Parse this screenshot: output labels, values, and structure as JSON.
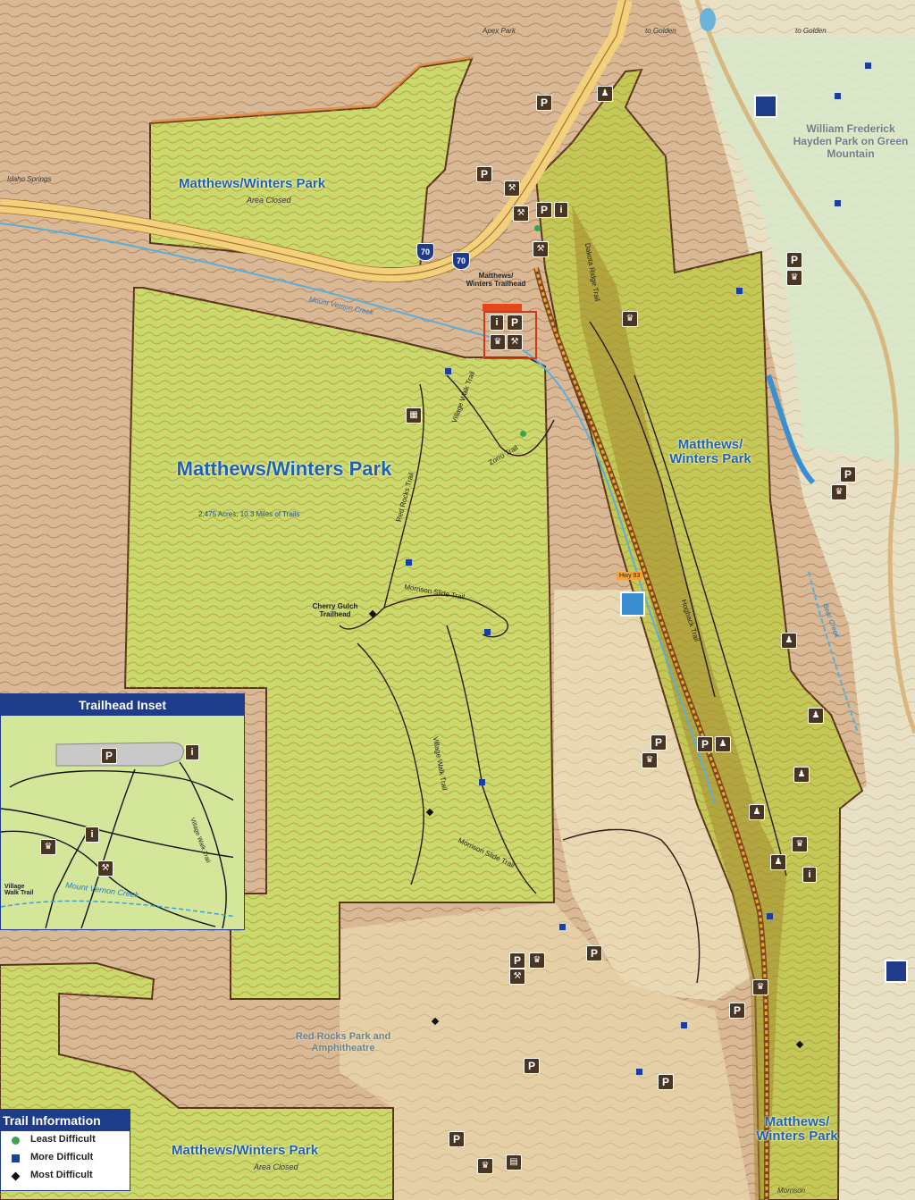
{
  "map": {
    "park_labels": [
      {
        "name": "Matthews/Winters Park",
        "sub": "Area Closed"
      },
      {
        "name": "Matthews/Winters Park",
        "sub": "2,475 Acres; 10.3 Miles of Trails"
      },
      {
        "name": "Matthews/ Winters Park"
      },
      {
        "name": "Matthews/ Winters Park"
      },
      {
        "name": "Matthews/Winters Park",
        "sub": "Area Closed"
      }
    ],
    "other_parks": [
      {
        "name": "William Frederick Hayden Park on Green Mountain"
      },
      {
        "name": "Red Rocks Park and Amphitheatre"
      }
    ],
    "place_labels": [
      "Matthews/ Winters Trailhead",
      "Cherry Gulch Trailhead",
      "Apex Park",
      "to Golden",
      "to Golden",
      "Morrison",
      "Idaho Springs"
    ],
    "trail_labels": [
      "Village Walk Trail",
      "Red Rocks Trail",
      "Morrison Slide Trail",
      "Dakota Ridge Trail",
      "Zorro Trail",
      "Hogback Trail",
      "Village Walk Trail",
      "Mount Vernon Creek",
      "Bear Creek",
      "Morrison Slide Trail"
    ],
    "road_labels": [
      "70",
      "70",
      "Hwy 93"
    ],
    "colors": {
      "park_fill": "#c8d86a",
      "park_border": "#6b3a1e",
      "terrain": "#d7b894",
      "contour": "#9c6a42",
      "water": "#6ab4d9",
      "road": "#e7a23a",
      "label": "#1e62b0",
      "inset_header": "#1e3c8a"
    }
  },
  "inset": {
    "title": "Trailhead Inset",
    "trail_label": "Village Walk Trail",
    "trail_label_2": "Village Walk Trail",
    "creek_label": "Mount Vernon Creek"
  },
  "legend": {
    "title": "Trail Information",
    "items": [
      {
        "label": "Least Difficult",
        "symbol": "green-circle"
      },
      {
        "label": "More Difficult",
        "symbol": "blue-square"
      },
      {
        "label": "Most Difficult",
        "symbol": "black-diamond"
      }
    ]
  },
  "icons": {
    "parking": "P",
    "info": "i"
  }
}
